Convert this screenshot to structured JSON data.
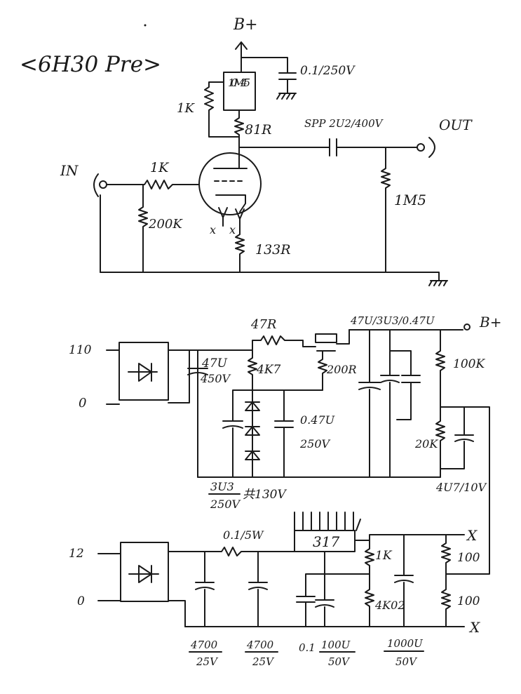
{
  "title": "<6H30 Pre>",
  "amp": {
    "bplus": "B+",
    "cap_bypass": "0.1/250V",
    "ccs": "10M45",
    "plate_res": "1K",
    "stopper": "81R",
    "coupling_cap": "SPP 2U2/400V",
    "out": "OUT",
    "in": "IN",
    "grid_res": "1K",
    "grid_leak": "200K",
    "load": "1M5",
    "cathode_res": "133R",
    "heater_x1": "x",
    "heater_x2": "x"
  },
  "hv": {
    "ac_hi": "110",
    "ac_lo": "0",
    "cap1": "47U",
    "cap1_v": "450V",
    "series_res": "47R",
    "zener_res": "4K7",
    "pot": "200R",
    "caps_top": "47U/3U3/0.47U",
    "bplus": "B+",
    "cap_047": "0.47U",
    "cap_047_v": "250V",
    "div_hi": "100K",
    "div_lo": "20K",
    "div_cap": "4U7/10V",
    "zcap": "3U3",
    "zcap_v": "250V",
    "zener_v": "共130V"
  },
  "lv": {
    "ac_hi": "12",
    "ac_lo": "0",
    "res": "0.1/5W",
    "reg": "317",
    "reg_r1": "1K",
    "reg_r2": "4K02",
    "r_top": "100",
    "r_bot": "100",
    "x_top": "X",
    "x_bot": "X",
    "c1": "4700",
    "c1_v": "25V",
    "c2": "4700",
    "c2_v": "25V",
    "c3": "0.1",
    "c4": "100U",
    "c4_v": "50V",
    "c5": "1000U",
    "c5_v": "50V"
  }
}
